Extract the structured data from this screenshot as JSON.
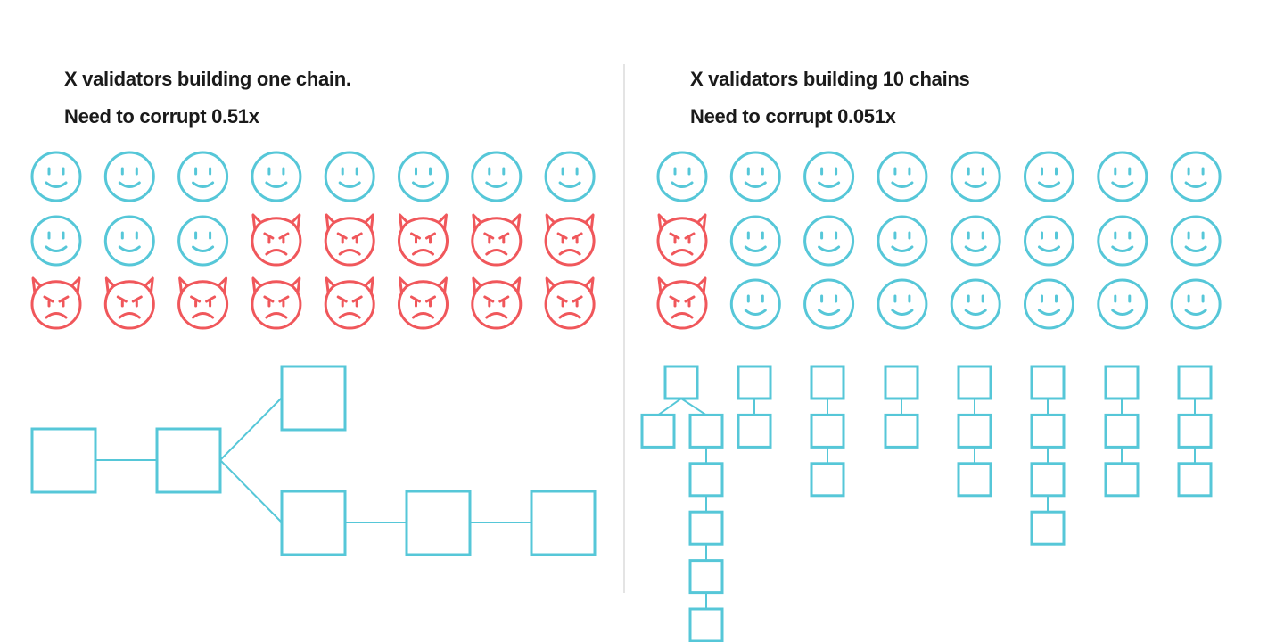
{
  "left_panel": {
    "title": "X validators building one chain.",
    "subtitle": "Need to corrupt 0.51x",
    "validators": [
      [
        "honest",
        "honest",
        "honest",
        "honest",
        "honest",
        "honest",
        "honest",
        "honest"
      ],
      [
        "honest",
        "honest",
        "honest",
        "malicious",
        "malicious",
        "malicious",
        "malicious",
        "malicious"
      ],
      [
        "malicious",
        "malicious",
        "malicious",
        "malicious",
        "malicious",
        "malicious",
        "malicious",
        "malicious"
      ]
    ]
  },
  "right_panel": {
    "title": "X validators building 10 chains",
    "subtitle": "Need to corrupt 0.051x",
    "validators": [
      [
        "honest",
        "honest",
        "honest",
        "honest",
        "honest",
        "honest",
        "honest",
        "honest"
      ],
      [
        "malicious",
        "honest",
        "honest",
        "honest",
        "honest",
        "honest",
        "honest",
        "honest"
      ],
      [
        "malicious",
        "honest",
        "honest",
        "honest",
        "honest",
        "honest",
        "honest",
        "honest"
      ]
    ],
    "chain_lengths": [
      1,
      2,
      3,
      2,
      3,
      4,
      3,
      3
    ],
    "fork_branch_length": 5
  },
  "colors": {
    "honest": "#56c7d8",
    "malicious": "#f0575b",
    "chain": "#56c7d8",
    "divider": "#dcdcdc",
    "text": "#1a1a1a"
  },
  "icons": {
    "honest": "smiley-face-icon",
    "malicious": "devil-face-icon"
  }
}
